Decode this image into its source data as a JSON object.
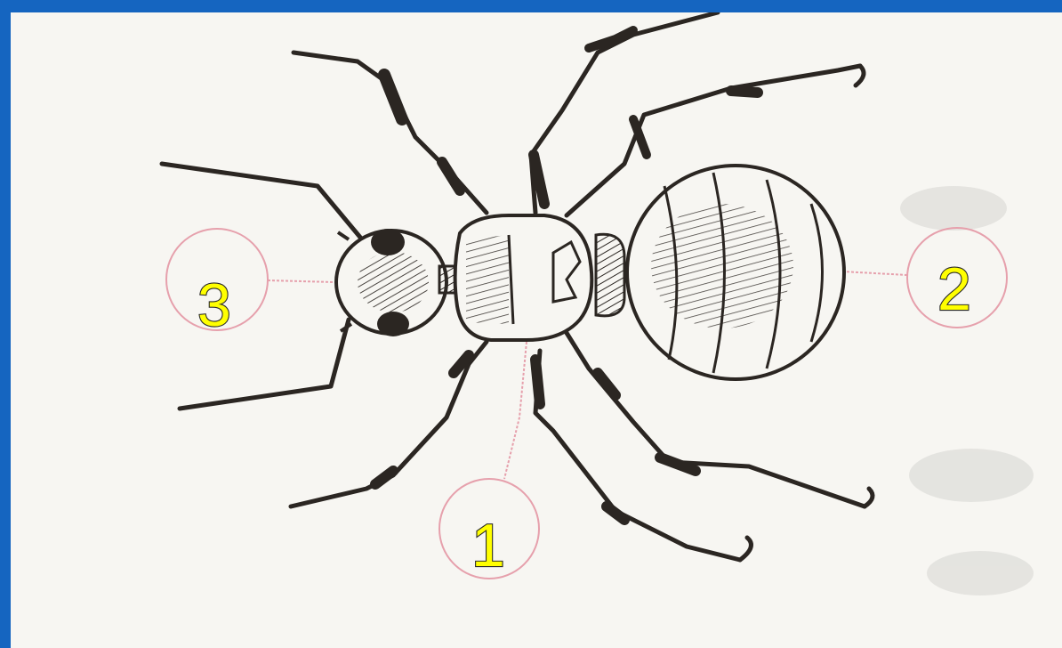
{
  "diagram": {
    "subject": "ant",
    "labels": [
      {
        "id": "callout-1",
        "text": "1"
      },
      {
        "id": "callout-2",
        "text": "2"
      },
      {
        "id": "callout-3",
        "text": "3"
      }
    ]
  },
  "colors": {
    "frame": "#1565c0",
    "paper": "#f7f6f2",
    "ink": "#2b2622",
    "callout_line": "#e6a0ac",
    "label_fill": "#ffff00"
  }
}
